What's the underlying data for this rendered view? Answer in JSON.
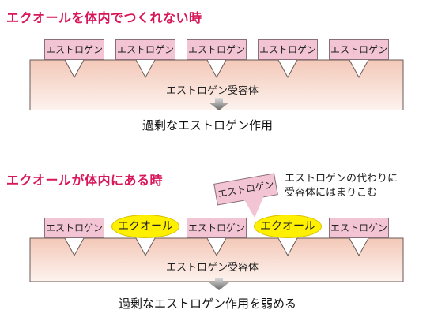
{
  "heading_no_equol": "エクオールを体内でつくれない時",
  "heading_with_equol": "エクオールが体内にある時",
  "estrogen_label": "エストロゲン",
  "equol_label": "エクオール",
  "receptor_label": "エストロゲン受容体",
  "result_no_equol": "過剰なエストロゲン作用",
  "result_with_equol": "過剰なエストロゲン作用を弱める",
  "callout_note": "エストロゲンの代わりに\n受容体にはまりこむ",
  "colors": {
    "heading": "#d8175a",
    "estrogen_fill": "#f2c4d4",
    "equol_fill": "#fff000",
    "membrane_top": "#f3c8b8",
    "membrane_bottom": "#fcefe8"
  }
}
